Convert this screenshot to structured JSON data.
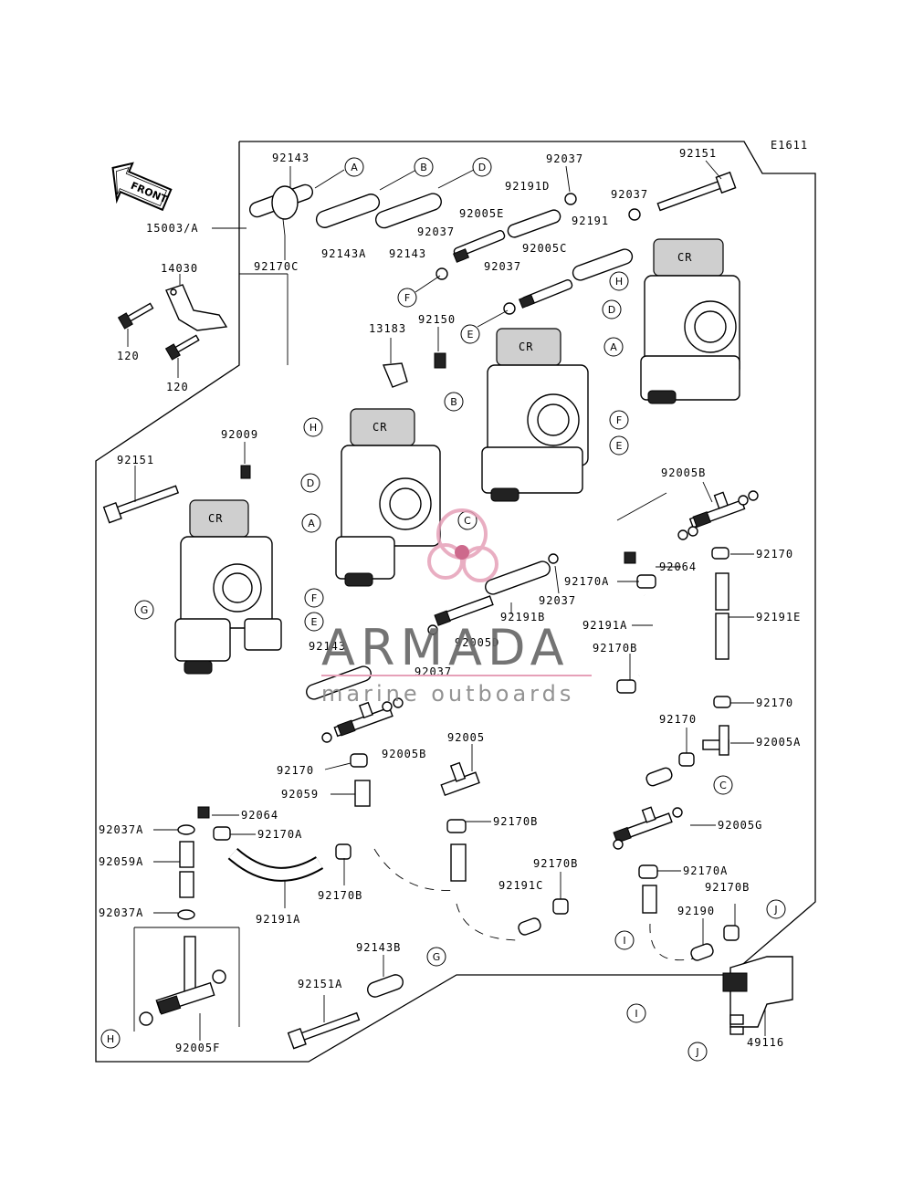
{
  "diagram_code": "E1611",
  "front_label": "FRONT",
  "watermark": {
    "brand": "ARMADA",
    "tagline": "marine outboards"
  },
  "carb_mark": "CR",
  "part_labels": {
    "p92143_top": "92143",
    "p15003A": "15003/A",
    "p92170C": "92170C",
    "p92143A": "92143A",
    "p92143_mid": "92143",
    "p92037_a": "92037",
    "p92037_b": "92037",
    "p92037_c": "92037",
    "p92037_d": "92037",
    "p92191D": "92191D",
    "p92005E": "92005E",
    "p92005C": "92005C",
    "p92191": "92191",
    "p92151_top": "92151",
    "p14030": "14030",
    "p120_a": "120",
    "p120_b": "120",
    "p13183": "13183",
    "p92150": "92150",
    "p92009": "92009",
    "p92151_left": "92151",
    "p92005B_right": "92005B",
    "p92170_r1": "92170",
    "p92064_r": "92064",
    "p92170A_mid": "92170A",
    "p92037_mid": "92037",
    "p92191B": "92191B",
    "p92005D": "92005D",
    "p92191A_r": "92191A",
    "p92191E": "92191E",
    "p92170B_mid": "92170B",
    "p92143_low": "92143",
    "p92037_low": "92037",
    "p92170_r2": "92170",
    "p92005B_left": "92005B",
    "p92005": "92005",
    "p92170_r3": "92170",
    "p92005A": "92005A",
    "p92170_left": "92170",
    "p92059": "92059",
    "p92064_left": "92064",
    "p92037A_1": "92037A",
    "p92170A_left": "92170A",
    "p92059A": "92059A",
    "p92170B_c": "92170B",
    "p92005G": "92005G",
    "p92037A_2": "92037A",
    "p92170B_left": "92170B",
    "p92191A_left": "92191A",
    "p92170B_2": "92170B",
    "p92191C": "92191C",
    "p92170A_low": "92170A",
    "p92170B_3": "92170B",
    "p92190": "92190",
    "p92143B": "92143B",
    "p92151A": "92151A",
    "p92005F": "92005F",
    "p49116": "49116"
  },
  "ref_letters": {
    "A1": "A",
    "B1": "B",
    "D1": "D",
    "F1": "F",
    "E1": "E",
    "H1": "H",
    "D2": "D",
    "A2": "A",
    "B2": "B",
    "F2": "F",
    "E2": "E",
    "H2": "H",
    "D3": "D",
    "A3": "A",
    "C1": "C",
    "G1": "G",
    "F3": "F",
    "E3": "E",
    "C2": "C",
    "I1": "I",
    "J1": "J",
    "G2": "G",
    "H3": "H",
    "I2": "I",
    "J2": "J"
  }
}
